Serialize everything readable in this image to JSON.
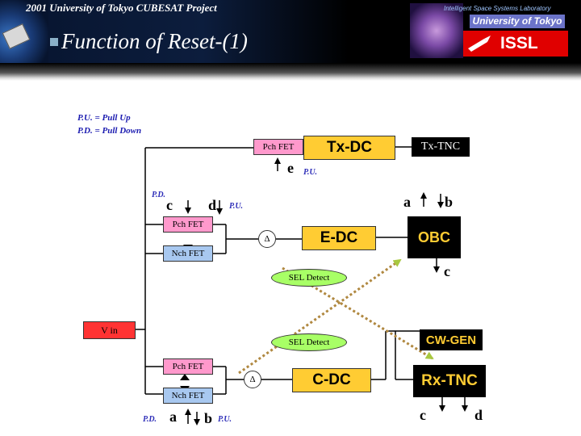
{
  "header": {
    "project": "2001 University of Tokyo CUBESAT Project",
    "title": "Function of Reset-(1)",
    "lab_name": "Intelligent Space Systems Laboratory",
    "university": "University of Tokyo",
    "logo": "ISSL"
  },
  "legend": {
    "pull_up": "P.U. = Pull Up",
    "pull_down": "P.D. = Pull Down"
  },
  "diagram": {
    "tx_pch": "Pch FET",
    "tx_dc": "Tx-DC",
    "tx_tnc": "Tx-TNC",
    "e_label": "e",
    "pu_e": "P.U.",
    "pd_top": "P.D.",
    "c_top": "c",
    "d_top": "d",
    "pu_d": "P.U.",
    "a_obc": "a",
    "b_obc": "b",
    "edc_pch": "Pch FET",
    "edc_nch": "Nch FET",
    "delta1": "Δ",
    "edc": "E-DC",
    "obc": "OBC",
    "c_obc": "c",
    "sel1": "SEL Detect",
    "vin": "V in",
    "sel2": "SEL Detect",
    "cw_gen": "CW-GEN",
    "cdc_pch": "Pch FET",
    "cdc_nch": "Nch FET",
    "delta2": "Δ",
    "cdc": "C-DC",
    "rx_tnc": "Rx-TNC",
    "pd_bottom": "P.D.",
    "a_bottom": "a",
    "b_bottom": "b",
    "pu_bottom": "P.U.",
    "c_rx": "c",
    "d_rx": "d"
  },
  "colors": {
    "converter": "#ffcc33",
    "pch": "#ff99cc",
    "nch": "#a8c8f0",
    "sel": "#a8ff66",
    "vin": "#ff3333",
    "black_box": "#000000",
    "dotted": "#b08840"
  }
}
